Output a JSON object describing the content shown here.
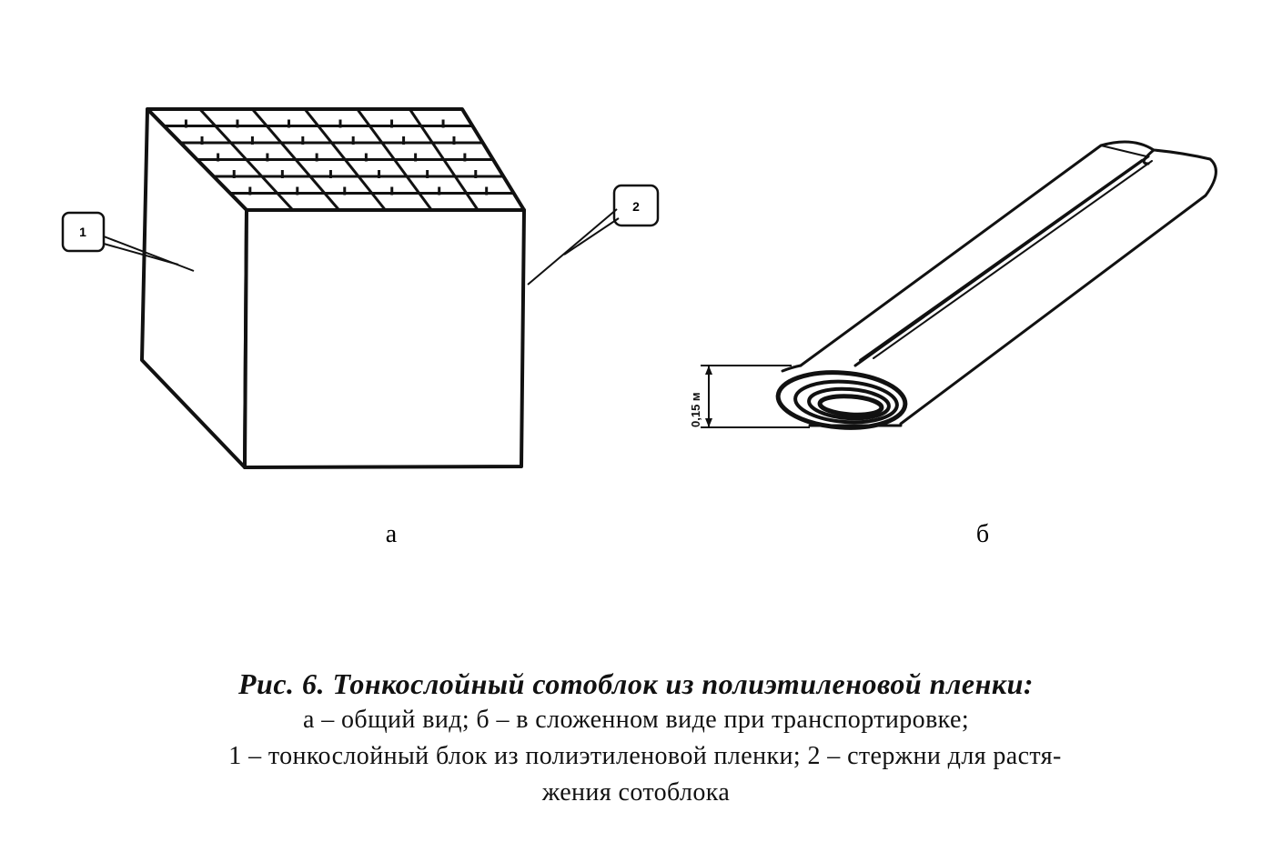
{
  "figure": {
    "callouts": {
      "one": "1",
      "two": "2"
    },
    "sub_labels": {
      "a": "а",
      "b": "б"
    },
    "dimension_label": "0,15 м"
  },
  "caption": {
    "title": "Рис. 6. Тонкослойный сотоблок из полиэтиленовой пленки:",
    "line1": "а – общий вид; б – в сложенном виде при транспортировке;",
    "line2": "1 – тонкослойный блок из полиэтиленовой пленки; 2 – стержни для растя-",
    "line3": "жения сотоблока"
  }
}
